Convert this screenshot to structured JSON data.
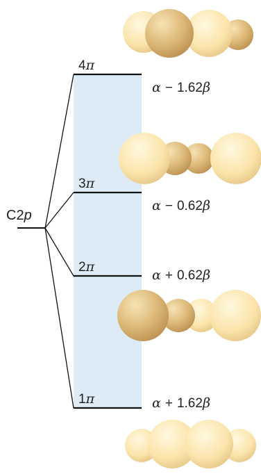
{
  "atomic_level": {
    "label_main": "C2",
    "label_italic": "p"
  },
  "levels": [
    {
      "name": "4",
      "energy_sign": "−",
      "energy_value": "1.62"
    },
    {
      "name": "3",
      "energy_sign": "−",
      "energy_value": "0.62"
    },
    {
      "name": "2",
      "energy_sign": "+",
      "energy_value": "0.62"
    },
    {
      "name": "1",
      "energy_sign": "+",
      "energy_value": "1.62"
    }
  ],
  "symbols": {
    "pi": "π",
    "alpha": "α",
    "beta": "β"
  },
  "colors": {
    "band": "#dcebf6",
    "lobe_light": "#fbe4aa",
    "lobe_dark": "#d7b470",
    "line": "#111111"
  }
}
